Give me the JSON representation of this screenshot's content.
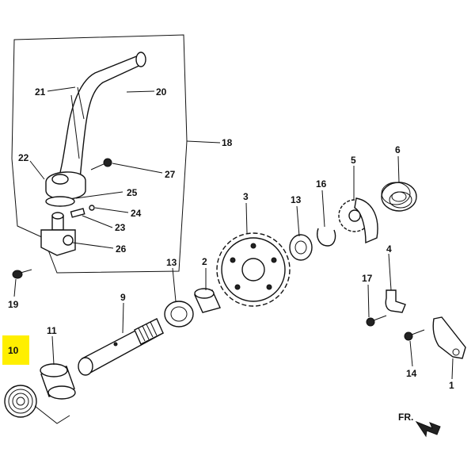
{
  "highlight_color": "#ffef00",
  "callouts": [
    {
      "id": "c1",
      "text": "1"
    },
    {
      "id": "c2",
      "text": "2"
    },
    {
      "id": "c3",
      "text": "3"
    },
    {
      "id": "c4",
      "text": "4"
    },
    {
      "id": "c5",
      "text": "5"
    },
    {
      "id": "c6",
      "text": "6"
    },
    {
      "id": "c9",
      "text": "9"
    },
    {
      "id": "c10",
      "text": "10"
    },
    {
      "id": "c11",
      "text": "11"
    },
    {
      "id": "c13a",
      "text": "13"
    },
    {
      "id": "c13b",
      "text": "13"
    },
    {
      "id": "c14",
      "text": "14"
    },
    {
      "id": "c16",
      "text": "16"
    },
    {
      "id": "c17",
      "text": "17"
    },
    {
      "id": "c18",
      "text": "18"
    },
    {
      "id": "c19",
      "text": "19"
    },
    {
      "id": "c20",
      "text": "20"
    },
    {
      "id": "c21",
      "text": "21"
    },
    {
      "id": "c22",
      "text": "22"
    },
    {
      "id": "c23",
      "text": "23"
    },
    {
      "id": "c24",
      "text": "24"
    },
    {
      "id": "c25",
      "text": "25"
    },
    {
      "id": "c26",
      "text": "26"
    },
    {
      "id": "c27",
      "text": "27"
    }
  ],
  "direction_label": "FR."
}
